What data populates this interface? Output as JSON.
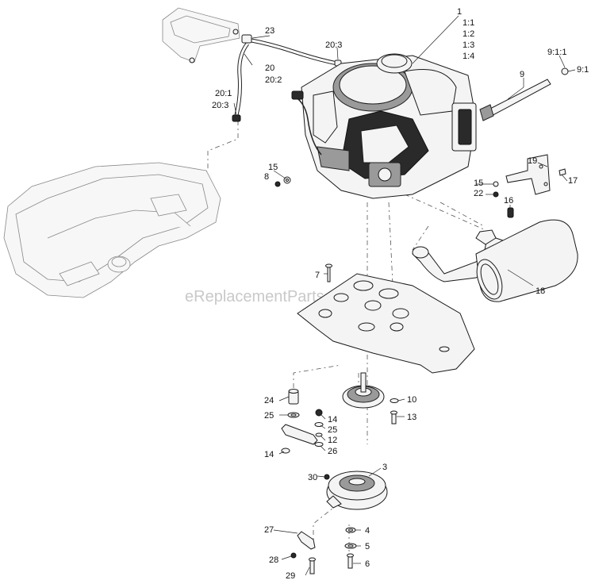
{
  "watermark": "eReplacementParts.com",
  "callouts": {
    "c1": "1",
    "c1_1": "1:1",
    "c1_2": "1:2",
    "c1_3": "1:3",
    "c1_4": "1:4",
    "c9": "9",
    "c9_1_1": "9:1:1",
    "c9_1": "9:1",
    "c23": "23",
    "c20_3a": "20:3",
    "c20": "20",
    "c20_2": "20:2",
    "c20_1": "20:1",
    "c20_3b": "20:3",
    "c15a": "15",
    "c8": "8",
    "c19": "19",
    "c17": "17",
    "c15b": "15",
    "c22": "22",
    "c16": "16",
    "c7": "7",
    "c18": "18",
    "c24": "24",
    "c25a": "25",
    "c14a": "14",
    "c25b": "25",
    "c12": "12",
    "c14b": "14",
    "c26": "26",
    "c10": "10",
    "c13": "13",
    "c3": "3",
    "c30": "30",
    "c4": "4",
    "c27": "27",
    "c5": "5",
    "c28": "28",
    "c6": "6",
    "c29": "29"
  }
}
